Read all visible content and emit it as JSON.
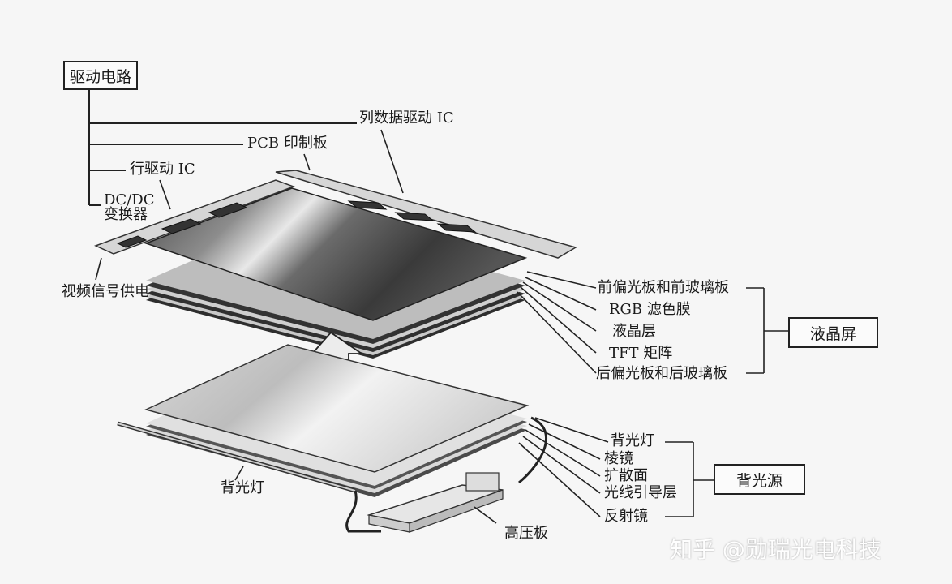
{
  "labels": {
    "drive_circuit": "驱动电路",
    "column_driver_ic": "列数据驱动 IC",
    "pcb_board": "PCB 印制板",
    "row_driver_ic": "行驱动 IC",
    "dcdc_line1": "DC/DC",
    "dcdc_line2": "变换器",
    "video_power": "视频信号供电",
    "front_polarizer": "前偏光板和前玻璃板",
    "rgb_filter": "RGB 滤色膜",
    "liquid_crystal_layer": "液晶层",
    "tft_matrix": "TFT 矩阵",
    "rear_polarizer": "后偏光板和后玻璃板",
    "lcd_screen": "液晶屏",
    "backlight_lamp_right": "背光灯",
    "prism": "棱镜",
    "diffuser": "扩散面",
    "light_guide": "光线引导层",
    "reflector": "反射镜",
    "backlight_source": "背光源",
    "backlight_lamp_left": "背光灯",
    "hv_board": "高压板"
  },
  "watermark": "知乎 @勋瑞光电科技"
}
